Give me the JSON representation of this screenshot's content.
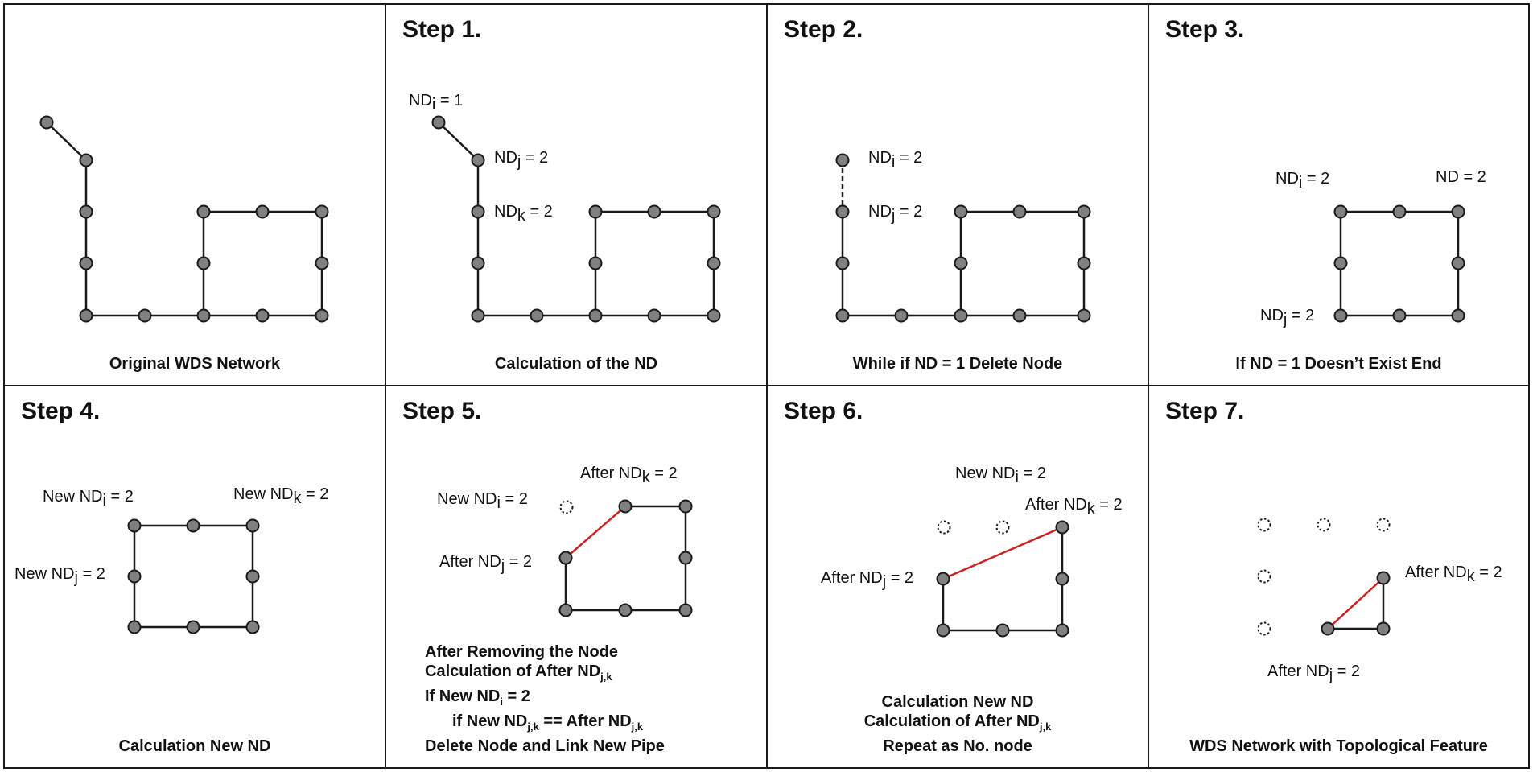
{
  "colors": {
    "node_fill": "#808080",
    "node_stroke": "#1a1a1a",
    "pipe": "#1a1a1a",
    "new_pipe": "#cc2222",
    "border": "#1a1a1a"
  },
  "panels": [
    {
      "title": "",
      "caption": "Original WDS Network"
    },
    {
      "title": "Step 1.",
      "caption": "Calculation of the ND"
    },
    {
      "title": "Step 2.",
      "caption": "While if ND = 1 Delete Node"
    },
    {
      "title": "Step 3.",
      "caption": "If ND = 1 Doesn’t Exist End"
    },
    {
      "title": "Step 4.",
      "caption": "Calculation New ND"
    },
    {
      "title": "Step 5.",
      "caption_lines": [
        {
          "text": "After Removing the Node",
          "sub": ""
        },
        {
          "text": "Calculation of After ND",
          "sub": "j,k"
        },
        {
          "text": "If New ND",
          "sub": "i",
          "tail": "  = 2"
        },
        {
          "text": "if New ND",
          "sub": "j,k",
          "tail": " == After ND",
          "sub2": "j,k",
          "indent": true
        },
        {
          "text": "Delete Node and Link New Pipe",
          "sub": ""
        }
      ]
    },
    {
      "title": "Step 6.",
      "caption_lines": [
        {
          "text": "Calculation New ND",
          "sub": ""
        },
        {
          "text": "Calculation of After ND",
          "sub": "j,k"
        },
        {
          "text": "Repeat as No. node",
          "sub": ""
        }
      ]
    },
    {
      "title": "Step 7.",
      "caption": "WDS Network with Topological Feature"
    }
  ],
  "labels": {
    "p1": [
      {
        "pre": "ND",
        "sub": "i",
        "post": " = 1"
      },
      {
        "pre": "ND",
        "sub": "j",
        "post": " = 2"
      },
      {
        "pre": "ND",
        "sub": "k",
        "post": " = 2"
      }
    ],
    "p2": [
      {
        "pre": "ND",
        "sub": "i",
        "post": " = 2"
      },
      {
        "pre": "ND",
        "sub": "j",
        "post": " = 2"
      }
    ],
    "p3": [
      {
        "pre": "ND",
        "sub": "i",
        "post": " = 2"
      },
      {
        "pre": "ND",
        "sub": "",
        "post": " = 2"
      },
      {
        "pre": "ND",
        "sub": "j",
        "post": " = 2"
      }
    ],
    "p4": [
      {
        "pre": "New ND",
        "sub": "i",
        "post": " = 2"
      },
      {
        "pre": "New ND",
        "sub": "k",
        "post": " = 2"
      },
      {
        "pre": "New ND",
        "sub": "j",
        "post": " = 2"
      }
    ],
    "p5": [
      {
        "pre": "After ND",
        "sub": "k",
        "post": " = 2"
      },
      {
        "pre": "New ND",
        "sub": "i",
        "post": " = 2"
      },
      {
        "pre": "After ND",
        "sub": "j",
        "post": " = 2"
      }
    ],
    "p6": [
      {
        "pre": "New ND",
        "sub": "i",
        "post": " = 2"
      },
      {
        "pre": "After ND",
        "sub": "k",
        "post": " = 2"
      },
      {
        "pre": "After ND",
        "sub": "j",
        "post": " = 2"
      }
    ],
    "p7": [
      {
        "pre": "After ND",
        "sub": "k",
        "post": " = 2"
      },
      {
        "pre": "After ND",
        "sub": "j",
        "post": " = 2"
      }
    ]
  }
}
